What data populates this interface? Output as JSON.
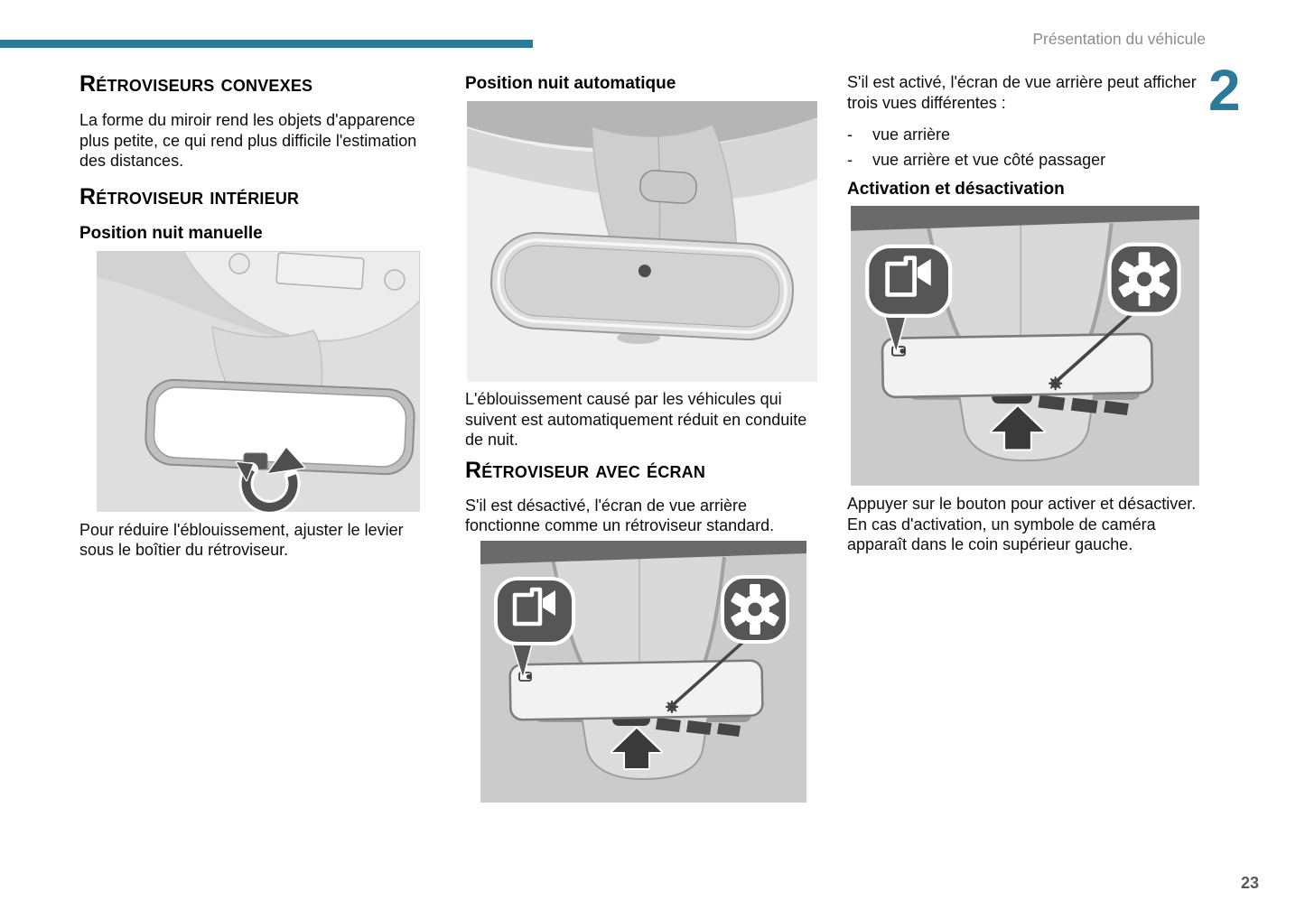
{
  "header": {
    "title": "Présentation du véhicule",
    "chapter": "2",
    "accent_color": "#2b7a99"
  },
  "footer": {
    "page_number": "23"
  },
  "col1": {
    "heading_convex": "Rétroviseurs convexes",
    "para_convex": "La forme du miroir rend les objets d'apparence plus petite, ce qui rend plus difficile l'estimation des distances.",
    "heading_interior": "Rétroviseur intérieur",
    "sub_manual": "Position nuit manuelle",
    "caption_manual": "Pour réduire l'éblouissement, ajuster le levier sous le boîtier du rétroviseur."
  },
  "col2": {
    "sub_auto": "Position nuit automatique",
    "caption_auto": "L'éblouissement causé par les véhicules qui suivent est automatiquement réduit en conduite de nuit.",
    "heading_screen": "Rétroviseur avec écran",
    "para_screen_off": "S'il est désactivé, l'écran de vue arrière fonctionne comme un rétroviseur standard."
  },
  "col3": {
    "para_screen_on": "S'il est activé, l'écran de vue arrière peut afficher trois vues différentes :",
    "bullet_dash": "-",
    "bullets": [
      "vue arrière",
      "vue arrière et vue côté passager"
    ],
    "sub_activation": "Activation et désactivation",
    "para_button": "Appuyer sur le bouton pour activer et désactiver. En cas d'activation, un symbole de caméra apparaît dans le coin supérieur gauche."
  },
  "icons": {
    "camera": "video-camera-icon",
    "gear": "gear-icon",
    "button_arrow": "up-arrow-icon",
    "lever_arrow": "rotate-arrow-icon"
  }
}
